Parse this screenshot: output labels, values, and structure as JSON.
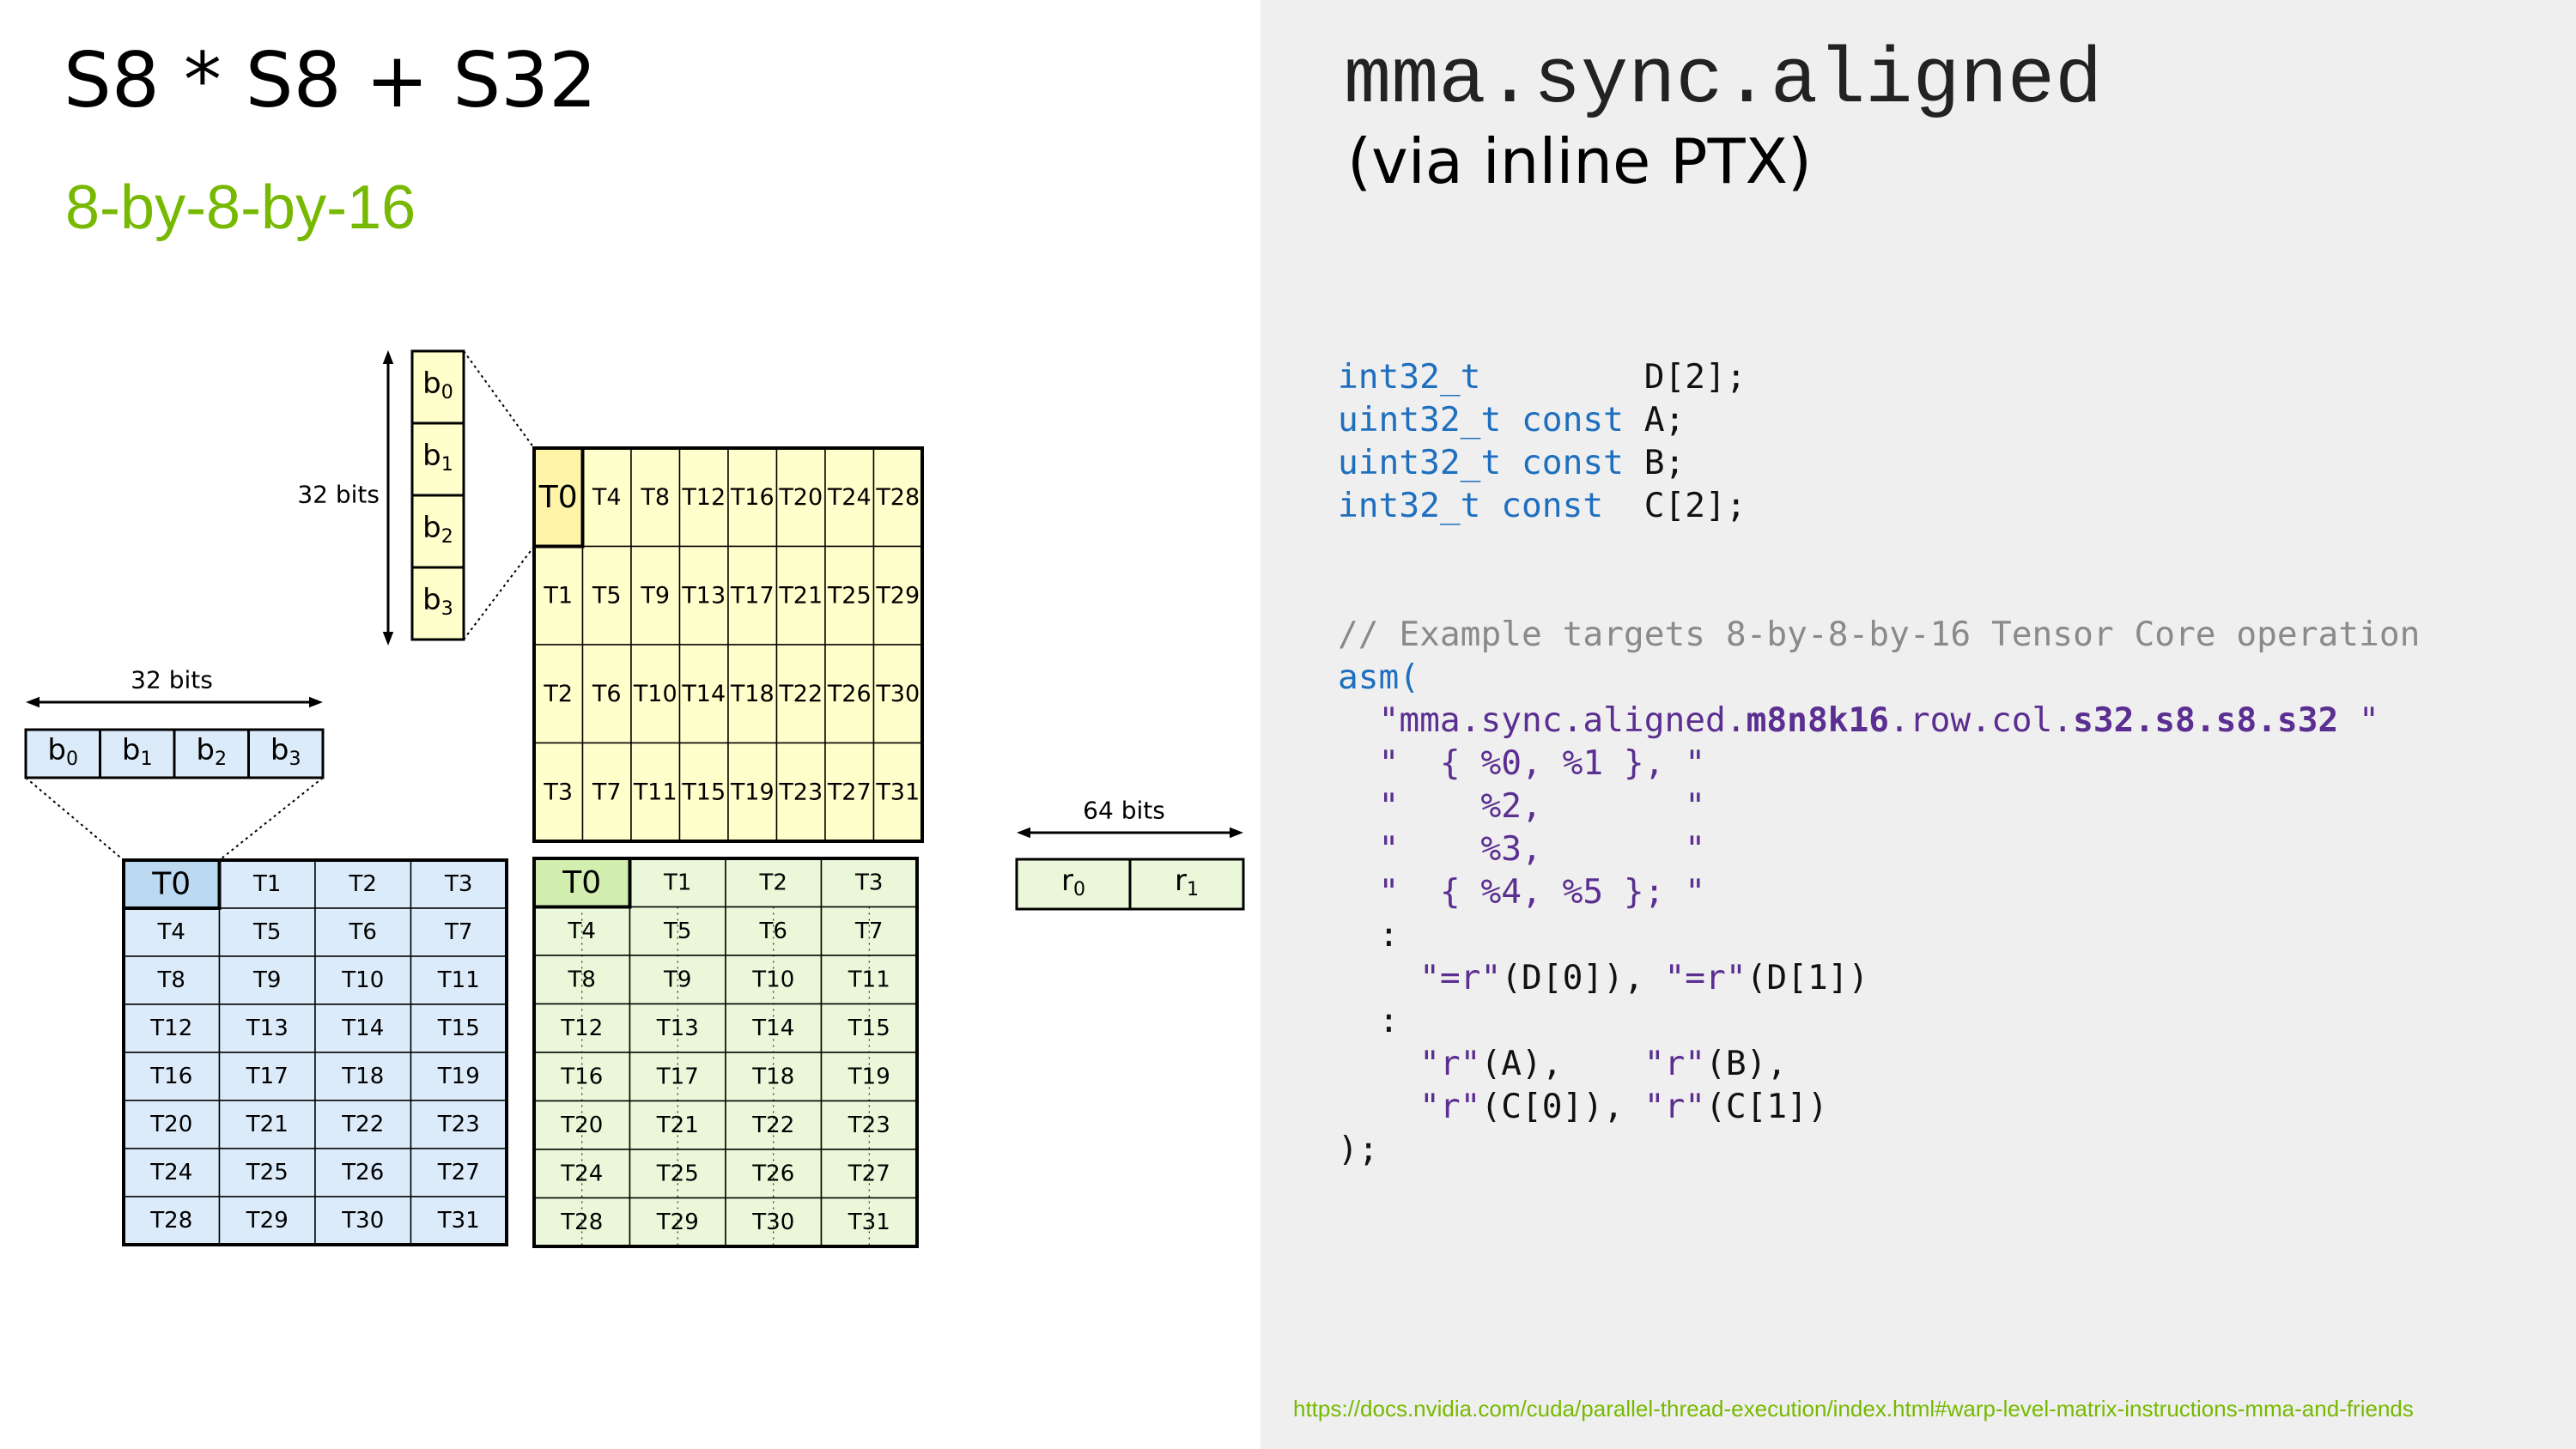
{
  "header": {
    "title": "S8 * S8 + S32",
    "subtitle": "8-by-8-by-16"
  },
  "right_header": {
    "title": "mma.sync.aligned",
    "subtitle": "(via inline PTX)"
  },
  "diagram": {
    "b_label": "b",
    "r_label": "r",
    "col_fragment_size": "32 bits",
    "row_fragment_size": "32 bits",
    "acc_fragment_size": "64 bits",
    "col_fragment": [
      "0",
      "1",
      "2",
      "3"
    ],
    "row_fragment": [
      "0",
      "1",
      "2",
      "3"
    ],
    "acc_fragment": [
      "0",
      "1"
    ],
    "b_matrix_rows": [
      [
        "T0",
        "T4",
        "T8",
        "T12",
        "T16",
        "T20",
        "T24",
        "T28"
      ],
      [
        "T1",
        "T5",
        "T9",
        "T13",
        "T17",
        "T21",
        "T25",
        "T29"
      ],
      [
        "T2",
        "T6",
        "T10",
        "T14",
        "T18",
        "T22",
        "T26",
        "T30"
      ],
      [
        "T3",
        "T7",
        "T11",
        "T15",
        "T19",
        "T23",
        "T27",
        "T31"
      ]
    ],
    "a_matrix_rows": [
      [
        "T0",
        "T1",
        "T2",
        "T3"
      ],
      [
        "T4",
        "T5",
        "T6",
        "T7"
      ],
      [
        "T8",
        "T9",
        "T10",
        "T11"
      ],
      [
        "T12",
        "T13",
        "T14",
        "T15"
      ],
      [
        "T16",
        "T17",
        "T18",
        "T19"
      ],
      [
        "T20",
        "T21",
        "T22",
        "T23"
      ],
      [
        "T24",
        "T25",
        "T26",
        "T27"
      ],
      [
        "T28",
        "T29",
        "T30",
        "T31"
      ]
    ],
    "c_matrix_rows": [
      [
        "T0",
        "T1",
        "T2",
        "T3"
      ],
      [
        "T4",
        "T5",
        "T6",
        "T7"
      ],
      [
        "T8",
        "T9",
        "T10",
        "T11"
      ],
      [
        "T12",
        "T13",
        "T14",
        "T15"
      ],
      [
        "T16",
        "T17",
        "T18",
        "T19"
      ],
      [
        "T20",
        "T21",
        "T22",
        "T23"
      ],
      [
        "T24",
        "T25",
        "T26",
        "T27"
      ],
      [
        "T28",
        "T29",
        "T30",
        "T31"
      ]
    ],
    "colors": {
      "b_fill": "#ffffcc",
      "a_fill": "#dcebfa",
      "a_highlight": "#bcd9f2",
      "c_fill": "#eaf7d8",
      "c_highlight": "#d2efb0",
      "b_highlight": "#fff4a8"
    }
  },
  "code": {
    "decl": [
      {
        "type": "int32_t",
        "name": "D[2];"
      },
      {
        "type": "uint32_t const",
        "name": "A;"
      },
      {
        "type": "uint32_t const",
        "name": "B;"
      },
      {
        "type": "int32_t const",
        "name": "C[2];"
      }
    ],
    "comment": "// Example targets 8-by-8-by-16 Tensor Core operation",
    "asm_kw": "asm(",
    "l1_a": "  \"mma.sync.aligned.",
    "l1_b": "m8n8k16",
    "l1_c": ".row.col.",
    "l1_d": "s32.s8.s8.s32",
    "l1_e": " \"",
    "l2": "  \"  { %0, %1 }, \"",
    "l3": "  \"    %2,       \"",
    "l4": "  \"    %3,       \"",
    "l5": "  \"  { %4, %5 }; \"",
    "colon1": "  :",
    "out_a": "    \"=r\"",
    "out_b": "(D[0]), ",
    "out_c": "\"=r\"",
    "out_d": "(D[1])",
    "colon2": "  :",
    "in1_a": "    \"r\"",
    "in1_b": "(A),    ",
    "in1_c": "\"r\"",
    "in1_d": "(B),",
    "in2_a": "    \"r\"",
    "in2_b": "(C[0]), ",
    "in2_c": "\"r\"",
    "in2_d": "(C[1])",
    "close": ");"
  },
  "footer": {
    "link": "https://docs.nvidia.com/cuda/parallel-thread-execution/index.html#warp-level-matrix-instructions-mma-and-friends"
  }
}
